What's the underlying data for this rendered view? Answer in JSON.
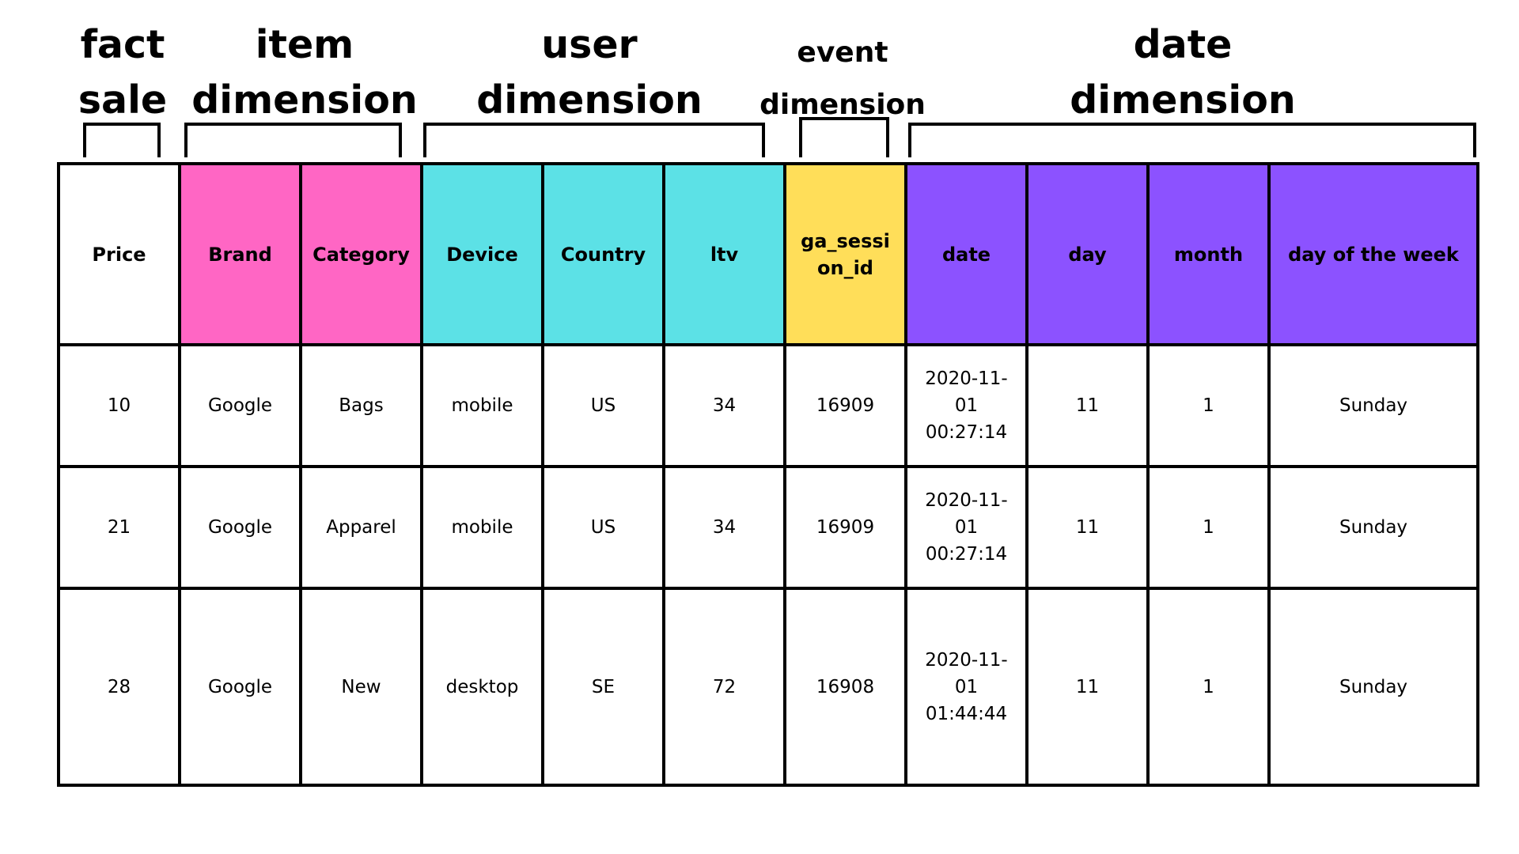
{
  "groups": {
    "fact": "fact\nsale",
    "item": "item\ndimension",
    "user": "user\ndimension",
    "event": "event\ndimension",
    "date": "date\ndimension"
  },
  "colors": {
    "fact": "#ffffff",
    "item": "#ff66c4",
    "user": "#5ce1e6",
    "event": "#ffde59",
    "date": "#8c52ff"
  },
  "columns": {
    "price": "Price",
    "brand": "Brand",
    "category": "Category",
    "device": "Device",
    "country": "Country",
    "ltv": "ltv",
    "ga_session_id": "ga_sessi\non_id",
    "date": "date",
    "day": "day",
    "month": "month",
    "day_of_week": "day of the week"
  },
  "rows": [
    {
      "price": "10",
      "brand": "Google",
      "category": "Bags",
      "device": "mobile",
      "country": "US",
      "ltv": "34",
      "ga_session_id": "16909",
      "date": "2020-11-\n01\n00:27:14",
      "day": "11",
      "month": "1",
      "day_of_week": "Sunday"
    },
    {
      "price": "21",
      "brand": "Google",
      "category": "Apparel",
      "device": "mobile",
      "country": "US",
      "ltv": "34",
      "ga_session_id": "16909",
      "date": "2020-11-\n01\n00:27:14",
      "day": "11",
      "month": "1",
      "day_of_week": "Sunday"
    },
    {
      "price": "28",
      "brand": "Google",
      "category": "New",
      "device": "desktop",
      "country": "SE",
      "ltv": "72",
      "ga_session_id": "16908",
      "date": "2020-11-\n01\n01:44:44",
      "day": "11",
      "month": "1",
      "day_of_week": "Sunday"
    }
  ]
}
